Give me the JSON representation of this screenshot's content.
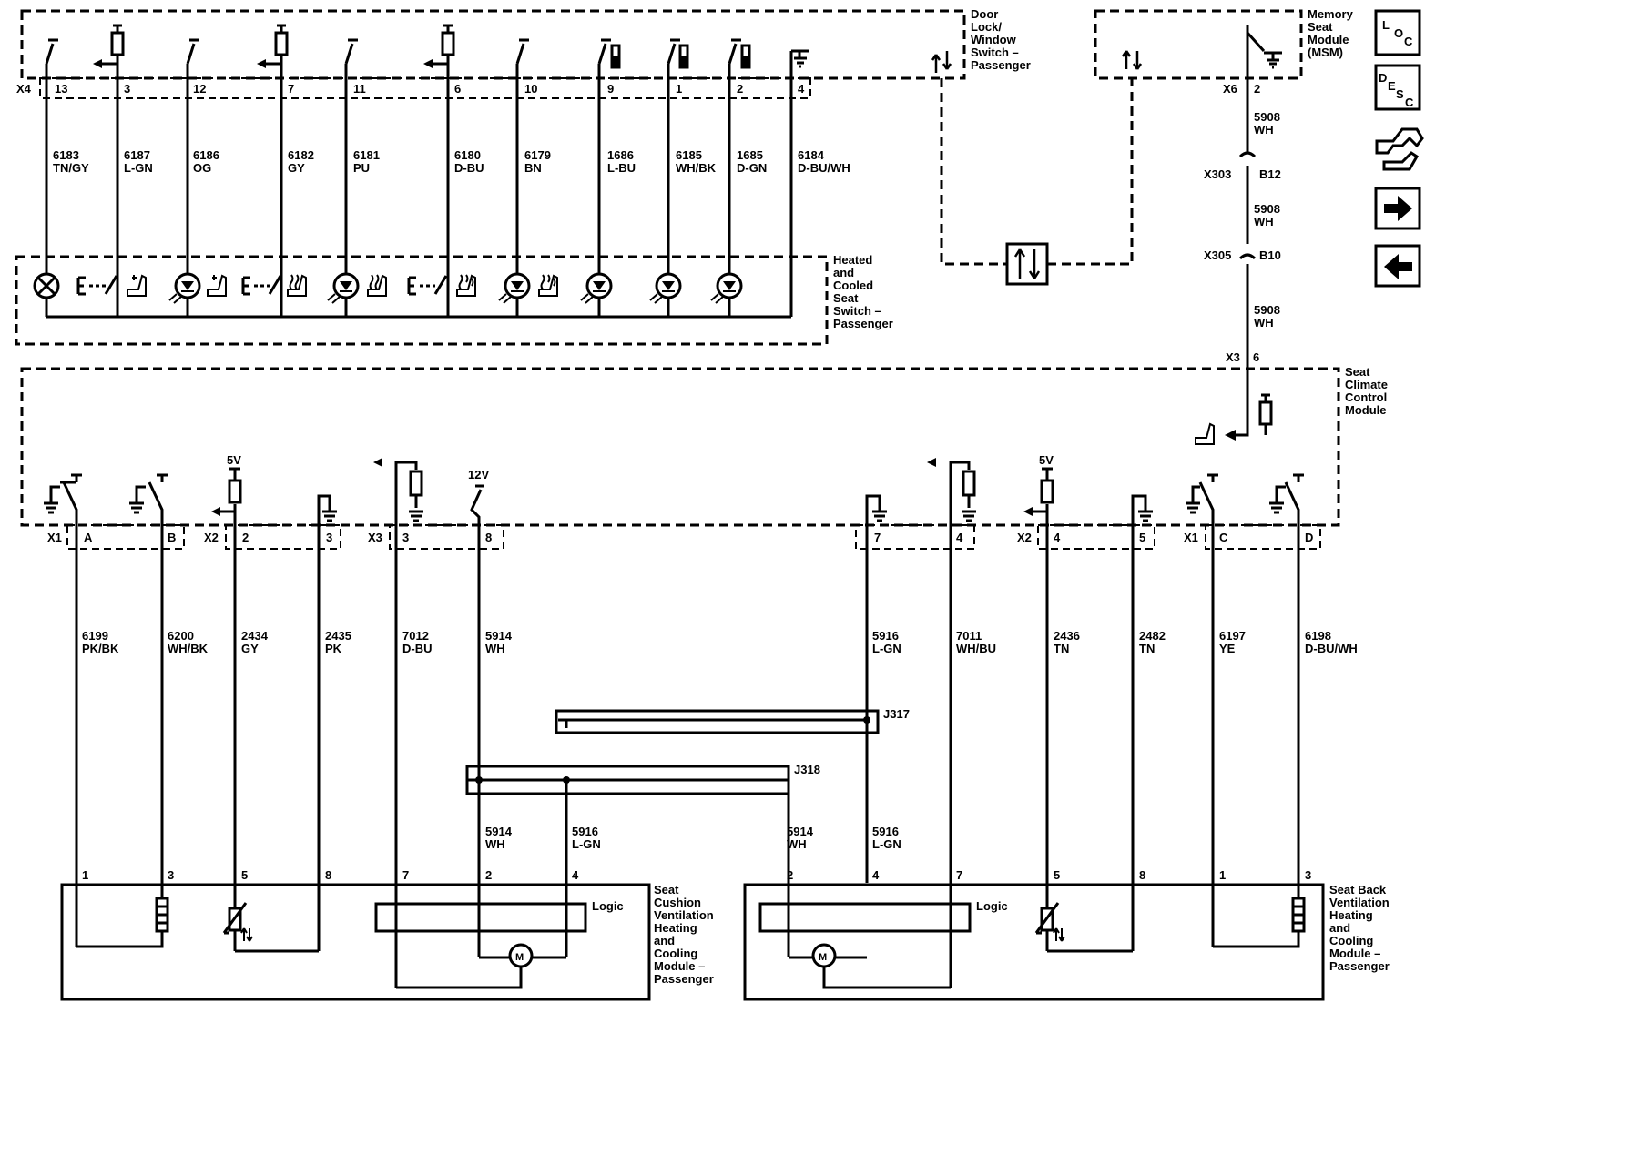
{
  "nav": {
    "loc": {
      "a": "L",
      "b": "O",
      "c": "C"
    },
    "desc": {
      "a": "D",
      "b": "E",
      "c": "S",
      "d": "C"
    },
    "icons": [
      "loc-icon",
      "desc-icon",
      "harness-icon",
      "next-arrow-icon",
      "prev-arrow-icon"
    ]
  },
  "modules": {
    "door_lock": [
      "Door",
      "Lock/",
      "Window",
      "Switch –",
      "Passenger"
    ],
    "msm": [
      "Memory",
      "Seat",
      "Module",
      "(MSM)"
    ],
    "heated_cooled": [
      "Heated",
      "and",
      "Cooled",
      "Seat",
      "Switch –",
      "Passenger"
    ],
    "scm": [
      "Seat",
      "Climate",
      "Control",
      "Module"
    ],
    "cushion": [
      "Seat",
      "Cushion",
      "Ventilation",
      "Heating",
      "and",
      "Cooling",
      "Module –",
      "Passenger"
    ],
    "back": [
      "Seat Back",
      "Ventilation",
      "Heating",
      "and",
      "Cooling",
      "Module –",
      "Passenger"
    ],
    "logic": "Logic"
  },
  "connectors": {
    "x4": "X4",
    "x6": "X6",
    "x303": "X303",
    "x305": "X305",
    "x3": "X3",
    "x1": "X1",
    "x2": "X2",
    "b12": "B12",
    "b10": "B10",
    "j317": "J317",
    "j318": "J318"
  },
  "top_wires": [
    {
      "pin": "13",
      "circuit": "6183",
      "color": "TN/GY"
    },
    {
      "pin": "3",
      "circuit": "6187",
      "color": "L-GN"
    },
    {
      "pin": "12",
      "circuit": "6186",
      "color": "OG"
    },
    {
      "pin": "7",
      "circuit": "6182",
      "color": "GY"
    },
    {
      "pin": "11",
      "circuit": "6181",
      "color": "PU"
    },
    {
      "pin": "6",
      "circuit": "6180",
      "color": "D-BU"
    },
    {
      "pin": "10",
      "circuit": "6179",
      "color": "BN"
    },
    {
      "pin": "9",
      "circuit": "1686",
      "color": "L-BU"
    },
    {
      "pin": "1",
      "circuit": "6185",
      "color": "WH/BK"
    },
    {
      "pin": "2",
      "circuit": "1685",
      "color": "D-GN"
    },
    {
      "pin": "4",
      "circuit": "6184",
      "color": "D-BU/WH"
    }
  ],
  "msm_wire": {
    "pin_top": "2",
    "seg1": {
      "circuit": "5908",
      "color": "WH"
    },
    "seg2": {
      "circuit": "5908",
      "color": "WH"
    },
    "seg3": {
      "circuit": "5908",
      "color": "WH"
    },
    "pin_scm": "6"
  },
  "bottom_wires": [
    {
      "pin": "A",
      "circuit": "6199",
      "color": "PK/BK"
    },
    {
      "pin": "B",
      "circuit": "6200",
      "color": "WH/BK"
    },
    {
      "pin": "2",
      "circuit": "2434",
      "color": "GY"
    },
    {
      "pin": "3",
      "circuit": "2435",
      "color": "PK"
    },
    {
      "pin": "3",
      "circuit": "7012",
      "color": "D-BU"
    },
    {
      "pin": "8",
      "circuit": "5914",
      "color": "WH"
    },
    {
      "pin": "7",
      "circuit": "5916",
      "color": "L-GN"
    },
    {
      "pin": "4",
      "circuit": "7011",
      "color": "WH/BU"
    },
    {
      "pin": "4",
      "circuit": "2436",
      "color": "TN"
    },
    {
      "pin": "5",
      "circuit": "2482",
      "color": "TN"
    },
    {
      "pin": "C",
      "circuit": "6197",
      "color": "YE"
    },
    {
      "pin": "D",
      "circuit": "6198",
      "color": "D-BU/WH"
    }
  ],
  "splice_wires": [
    {
      "circuit": "5914",
      "color": "WH"
    },
    {
      "circuit": "5916",
      "color": "L-GN"
    },
    {
      "circuit": "5914",
      "color": "WH"
    },
    {
      "circuit": "5916",
      "color": "L-GN"
    }
  ],
  "voltages": {
    "v5a": "5V",
    "v12": "12V",
    "v5b": "5V"
  },
  "cushion_pins": [
    "1",
    "3",
    "5",
    "8",
    "7",
    "2",
    "4"
  ],
  "back_pins": [
    "2",
    "4",
    "7",
    "5",
    "8",
    "1",
    "3"
  ]
}
